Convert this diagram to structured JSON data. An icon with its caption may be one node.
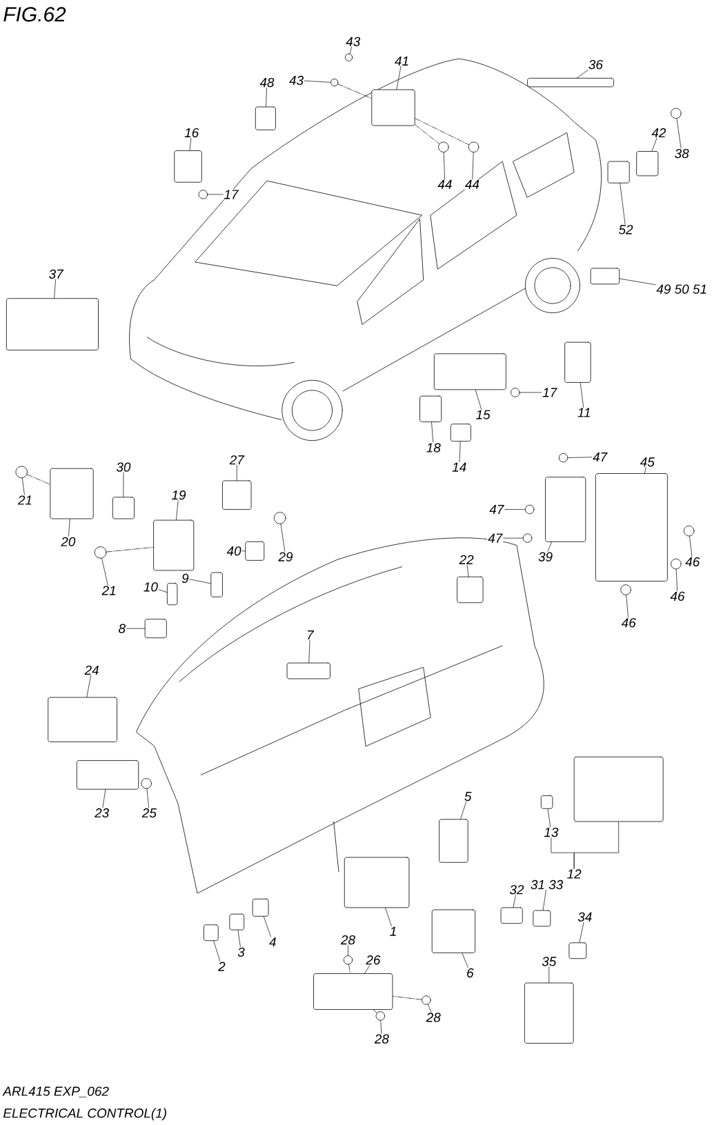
{
  "diagram": {
    "title": "FIG.62",
    "nodes": [
      {
        "text": [
          "43"
        ]
      },
      {
        "text": [],
        "shape": "circle"
      },
      {
        "text": [
          "43"
        ]
      },
      {
        "text": [],
        "shape": "circle"
      },
      {
        "text": [
          "41"
        ]
      },
      {
        "text": [],
        "shape": "box"
      },
      {
        "text": [
          "48"
        ]
      },
      {
        "text": [],
        "shape": "box"
      },
      {
        "text": [
          "36"
        ]
      },
      {
        "text": [],
        "shape": "box"
      },
      {
        "text": [
          "38"
        ]
      },
      {
        "text": [],
        "shape": "circle"
      },
      {
        "text": [
          "42"
        ]
      },
      {
        "text": [],
        "shape": "box"
      },
      {
        "text": [
          "44"
        ]
      },
      {
        "text": [],
        "shape": "circle"
      },
      {
        "text": [
          "44"
        ]
      },
      {
        "text": [],
        "shape": "circle"
      },
      {
        "text": [
          "16"
        ]
      },
      {
        "text": [],
        "shape": "box"
      },
      {
        "text": [
          "17"
        ]
      },
      {
        "text": [],
        "shape": "circle"
      },
      {
        "text": [
          "52"
        ]
      },
      {
        "text": [],
        "shape": "box"
      },
      {
        "text": [
          "37"
        ]
      },
      {
        "text": [],
        "shape": "box"
      },
      {
        "text": [
          "49 50 51"
        ]
      },
      {
        "text": [],
        "shape": "box"
      },
      {
        "text": [
          "17"
        ]
      },
      {
        "text": [],
        "shape": "circle"
      },
      {
        "text": [
          "11"
        ]
      },
      {
        "text": [],
        "shape": "box"
      },
      {
        "text": [
          "15"
        ]
      },
      {
        "text": [],
        "shape": "box"
      },
      {
        "text": [
          "18"
        ]
      },
      {
        "text": [],
        "shape": "box"
      },
      {
        "text": [
          "14"
        ]
      },
      {
        "text": [],
        "shape": "box"
      },
      {
        "text": [
          "21"
        ]
      },
      {
        "text": [],
        "shape": "circle"
      },
      {
        "text": [
          "20"
        ]
      },
      {
        "text": [],
        "shape": "box"
      },
      {
        "text": [
          "30"
        ]
      },
      {
        "text": [],
        "shape": "box"
      },
      {
        "text": [
          "19"
        ]
      },
      {
        "text": [],
        "shape": "box"
      },
      {
        "text": [
          "27"
        ]
      },
      {
        "text": [],
        "shape": "box"
      },
      {
        "text": [
          "29"
        ]
      },
      {
        "text": [],
        "shape": "circle"
      },
      {
        "text": [
          "40"
        ]
      },
      {
        "text": [],
        "shape": "box"
      },
      {
        "text": [
          "47"
        ]
      },
      {
        "text": [],
        "shape": "circle"
      },
      {
        "text": [
          "47"
        ]
      },
      {
        "text": [],
        "shape": "circle"
      },
      {
        "text": [
          "47"
        ]
      },
      {
        "text": [],
        "shape": "circle"
      },
      {
        "text": [
          "39"
        ]
      },
      {
        "text": [],
        "shape": "box"
      },
      {
        "text": [
          "45"
        ]
      },
      {
        "text": [],
        "shape": "box"
      },
      {
        "text": [
          "46"
        ]
      },
      {
        "text": [],
        "shape": "circle"
      },
      {
        "text": [
          "46"
        ]
      },
      {
        "text": [],
        "shape": "circle"
      },
      {
        "text": [
          "46"
        ]
      },
      {
        "text": [],
        "shape": "circle"
      },
      {
        "text": [
          "21"
        ]
      },
      {
        "text": [],
        "shape": "circle"
      },
      {
        "text": [
          "10"
        ]
      },
      {
        "text": [],
        "shape": "box"
      },
      {
        "text": [
          "9"
        ]
      },
      {
        "text": [],
        "shape": "box"
      },
      {
        "text": [
          "22"
        ]
      },
      {
        "text": [],
        "shape": "box"
      },
      {
        "text": [
          "8"
        ]
      },
      {
        "text": [],
        "shape": "box"
      },
      {
        "text": [
          "7"
        ]
      },
      {
        "text": [],
        "shape": "box"
      },
      {
        "text": [
          "24"
        ]
      },
      {
        "text": [],
        "shape": "box"
      },
      {
        "text": [
          "23"
        ]
      },
      {
        "text": [],
        "shape": "box"
      },
      {
        "text": [
          "25"
        ]
      },
      {
        "text": [],
        "shape": "circle"
      },
      {
        "text": [
          "5"
        ]
      },
      {
        "text": [],
        "shape": "box"
      },
      {
        "text": [
          "13"
        ]
      },
      {
        "text": [],
        "shape": "box"
      },
      {
        "text": [
          "12"
        ]
      },
      {
        "text": [],
        "shape": "box"
      },
      {
        "text": [
          "32"
        ]
      },
      {
        "text": [],
        "shape": "box"
      },
      {
        "text": [
          "31 33"
        ]
      },
      {
        "text": [],
        "shape": "box"
      },
      {
        "text": [
          "34"
        ]
      },
      {
        "text": [],
        "shape": "box"
      },
      {
        "text": [
          "1"
        ]
      },
      {
        "text": [],
        "shape": "box"
      },
      {
        "text": [
          "6"
        ]
      },
      {
        "text": [],
        "shape": "box"
      },
      {
        "text": [
          "4"
        ]
      },
      {
        "text": [],
        "shape": "box"
      },
      {
        "text": [
          "3"
        ]
      },
      {
        "text": [],
        "shape": "box"
      },
      {
        "text": [
          "2"
        ]
      },
      {
        "text": [],
        "shape": "box"
      },
      {
        "text": [
          "35"
        ]
      },
      {
        "text": [],
        "shape": "box"
      },
      {
        "text": [
          "28"
        ]
      },
      {
        "text": [],
        "shape": "circle"
      },
      {
        "text": [
          "26"
        ]
      },
      {
        "text": [],
        "shape": "box"
      },
      {
        "text": [
          "28"
        ]
      },
      {
        "text": [],
        "shape": "circle"
      },
      {
        "text": [
          "28"
        ]
      },
      {
        "text": [],
        "shape": "circle"
      }
    ],
    "edges": [
      {
        "from": 0,
        "to": 1,
        "arrow": "none"
      },
      {
        "from": 2,
        "to": 3,
        "arrow": "none"
      },
      {
        "from": 4,
        "to": 5,
        "arrow": "none"
      },
      {
        "from": 6,
        "to": 7,
        "arrow": "none"
      },
      {
        "from": 8,
        "to": 9,
        "arrow": "none"
      },
      {
        "from": 10,
        "to": 11,
        "arrow": "none"
      },
      {
        "from": 12,
        "to": 13,
        "arrow": "none"
      },
      {
        "from": 14,
        "to": 15,
        "arrow": "none"
      },
      {
        "from": 16,
        "to": 17,
        "arrow": "none"
      },
      {
        "from": 18,
        "to": 19,
        "arrow": "none"
      },
      {
        "from": 20,
        "to": 21,
        "arrow": "none"
      },
      {
        "from": 22,
        "to": 23,
        "arrow": "none"
      },
      {
        "from": 24,
        "to": 25,
        "arrow": "none"
      },
      {
        "from": 26,
        "to": 27,
        "arrow": "none"
      },
      {
        "from": 28,
        "to": 29,
        "arrow": "none"
      },
      {
        "from": 30,
        "to": 31,
        "arrow": "none"
      },
      {
        "from": 32,
        "to": 33,
        "arrow": "none"
      },
      {
        "from": 34,
        "to": 35,
        "arrow": "none"
      },
      {
        "from": 36,
        "to": 37,
        "arrow": "none"
      },
      {
        "from": 38,
        "to": 39,
        "arrow": "none"
      },
      {
        "from": 40,
        "to": 41,
        "arrow": "none"
      },
      {
        "from": 42,
        "to": 43,
        "arrow": "none"
      },
      {
        "from": 44,
        "to": 45,
        "arrow": "none"
      },
      {
        "from": 46,
        "to": 47,
        "arrow": "none"
      },
      {
        "from": 48,
        "to": 49,
        "arrow": "none"
      },
      {
        "from": 50,
        "to": 51,
        "arrow": "none"
      },
      {
        "from": 52,
        "to": 53,
        "arrow": "none"
      },
      {
        "from": 54,
        "to": 55,
        "arrow": "none"
      },
      {
        "from": 56,
        "to": 57,
        "arrow": "none"
      },
      {
        "from": 58,
        "to": 59,
        "arrow": "none"
      },
      {
        "from": 60,
        "to": 61,
        "arrow": "none"
      },
      {
        "from": 62,
        "to": 63,
        "arrow": "none"
      },
      {
        "from": 64,
        "to": 65,
        "arrow": "none"
      },
      {
        "from": 66,
        "to": 67,
        "arrow": "none"
      },
      {
        "from": 68,
        "to": 69,
        "arrow": "none"
      },
      {
        "from": 70,
        "to": 71,
        "arrow": "none"
      },
      {
        "from": 72,
        "to": 73,
        "arrow": "none"
      },
      {
        "from": 74,
        "to": 75,
        "arrow": "none"
      },
      {
        "from": 76,
        "to": 77,
        "arrow": "none"
      },
      {
        "from": 78,
        "to": 79,
        "arrow": "none"
      },
      {
        "from": 80,
        "to": 81,
        "arrow": "none"
      },
      {
        "from": 82,
        "to": 83,
        "arrow": "none"
      },
      {
        "from": 84,
        "to": 85,
        "arrow": "none"
      },
      {
        "from": 86,
        "to": 87,
        "arrow": "none"
      },
      {
        "from": 88,
        "to": 89,
        "arrow": "none"
      },
      {
        "from": 90,
        "to": 91,
        "arrow": "none"
      },
      {
        "from": 92,
        "to": 93,
        "arrow": "none"
      },
      {
        "from": 94,
        "to": 95,
        "arrow": "none"
      },
      {
        "from": 96,
        "to": 97,
        "arrow": "none"
      },
      {
        "from": 98,
        "to": 99,
        "arrow": "none"
      },
      {
        "from": 100,
        "to": 101,
        "arrow": "none"
      },
      {
        "from": 102,
        "to": 103,
        "arrow": "none"
      },
      {
        "from": 104,
        "to": 105,
        "arrow": "none"
      },
      {
        "from": 106,
        "to": 107,
        "arrow": "none"
      },
      {
        "from": 108,
        "to": 109,
        "arrow": "none"
      },
      {
        "from": 110,
        "to": 111,
        "arrow": "none"
      },
      {
        "from": 112,
        "to": 113,
        "arrow": "none"
      },
      {
        "from": 114,
        "to": 115,
        "arrow": "none"
      },
      {
        "from": 116,
        "to": 117,
        "arrow": "none"
      },
      {
        "from": 90,
        "to": 88,
        "arrow": "none"
      },
      {
        "from": 39,
        "to": 41,
        "arrow": "none",
        "style": "dashed"
      },
      {
        "from": 69,
        "to": 45,
        "arrow": "none",
        "style": "dashed"
      },
      {
        "from": 3,
        "to": 5,
        "arrow": "none",
        "style": "dashed"
      },
      {
        "from": 5,
        "to": 15,
        "arrow": "none",
        "style": "dashed"
      },
      {
        "from": 5,
        "to": 17,
        "arrow": "none",
        "style": "dashed"
      },
      {
        "from": 111,
        "to": 113,
        "arrow": "none",
        "style": "dashed"
      },
      {
        "from": 115,
        "to": 113,
        "arrow": "none",
        "style": "dashed"
      },
      {
        "from": 117,
        "to": 113,
        "arrow": "none",
        "style": "dashed"
      }
    ],
    "labels": [
      "ARL415 EXP_062",
      "ELECTRICAL CONTROL(1)"
    ]
  }
}
